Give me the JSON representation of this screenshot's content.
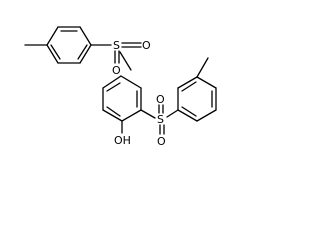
{
  "structure": {
    "atoms": {
      "sulfur_top": "S",
      "oxygen_top_right": "O",
      "oxygen_top_below": "O",
      "sulfur_bottom": "S",
      "oxygen_bottom_left": "O",
      "oxygen_bottom_right": "O",
      "hydroxyl": "OH"
    }
  }
}
